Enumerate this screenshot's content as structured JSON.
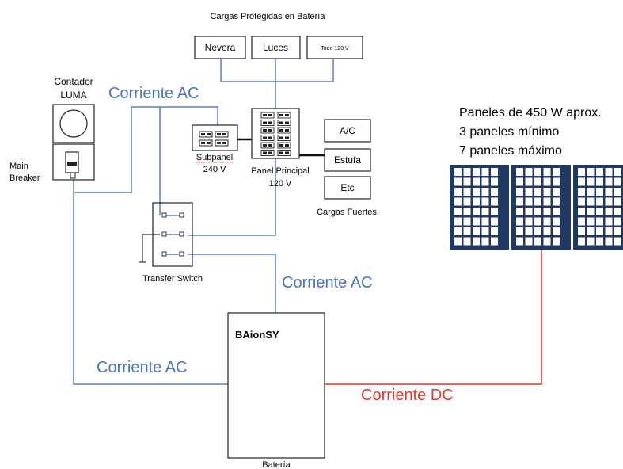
{
  "title": "Cargas Protegidas en Batería",
  "protected_loads": [
    "Nevera",
    "Luces",
    "Todo 120 V"
  ],
  "meter": {
    "line1": "Contador",
    "line2": "LUMA"
  },
  "main_breaker": {
    "line1": "Main",
    "line2": "Breaker"
  },
  "subpanel": {
    "line1": "Subpanel",
    "line2": "240 V"
  },
  "main_panel": {
    "line1": "Panel Principal",
    "line2": "120 V"
  },
  "heavy_loads": [
    "A/C",
    "Estufa",
    "Etc"
  ],
  "heavy_loads_caption": "Cargas Fuertes",
  "transfer_switch": "Transfer Switch",
  "ac_labels": [
    "Corriente AC",
    "Corriente AC",
    "Corriente AC"
  ],
  "dc_label": "Corriente DC",
  "battery": {
    "brand": "BAionSY",
    "caption": "Batería"
  },
  "panels_info": [
    "Paneles de 450 W aprox.",
    "3 paneles mínimo",
    "7 paneles máximo"
  ],
  "colors": {
    "ac": "#5b7fbf",
    "dc": "#e8322a",
    "panel": "#1f3864",
    "label_ac": "#4a72c4",
    "label_dc": "#e8322a"
  }
}
